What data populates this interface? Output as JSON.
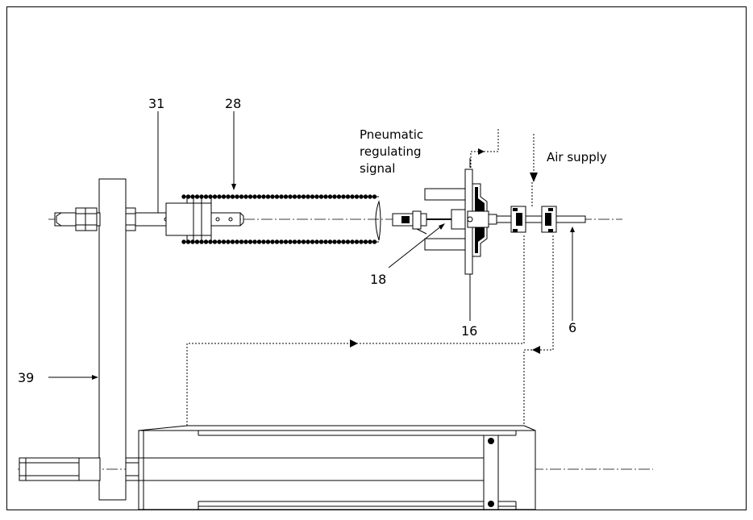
{
  "labels": {
    "callout_31": "31",
    "callout_28": "28",
    "callout_18": "18",
    "callout_16": "16",
    "callout_6": "6",
    "callout_39": "39",
    "pneumatic_line1": "Pneumatic",
    "pneumatic_line2": "regulating",
    "pneumatic_line3": "signal",
    "air_supply": "Air supply"
  }
}
